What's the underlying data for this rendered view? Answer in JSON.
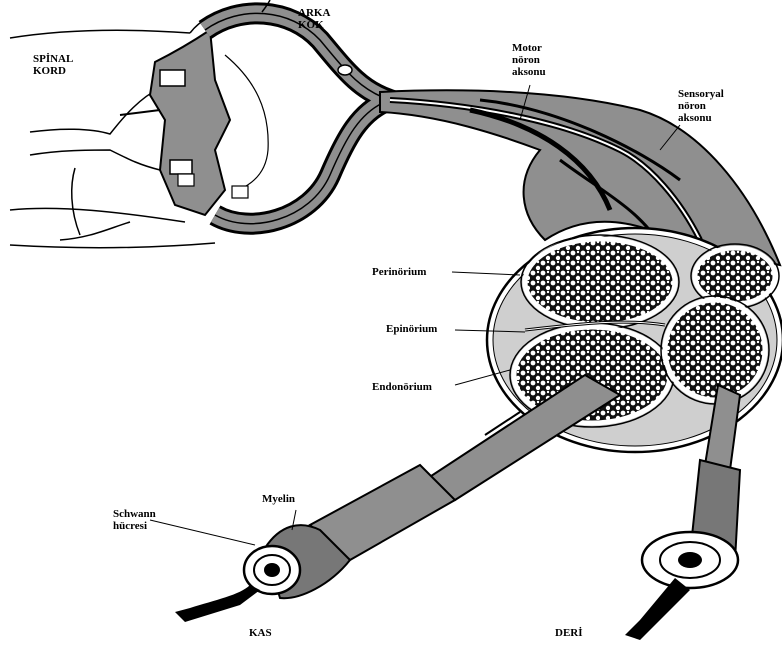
{
  "labels": {
    "spinal": [
      "SPİNAL",
      "KORD"
    ],
    "arka": [
      "ARKA",
      "KÖK"
    ],
    "motor": [
      "Motor",
      "nöron",
      "aksonu"
    ],
    "sensoryal": [
      "Sensoryal",
      "nöron",
      "aksonu"
    ],
    "perinorium": "Perinörium",
    "epinorium": "Epinörium",
    "endonorium": "Endonörium",
    "myelin": "Myelin",
    "schwann": [
      "Schwann",
      "hücresi"
    ],
    "kas": "KAS",
    "deri": "DERİ"
  },
  "colors": {
    "ink": "#000000",
    "tissue": "#909090",
    "paper": "#ffffff"
  }
}
